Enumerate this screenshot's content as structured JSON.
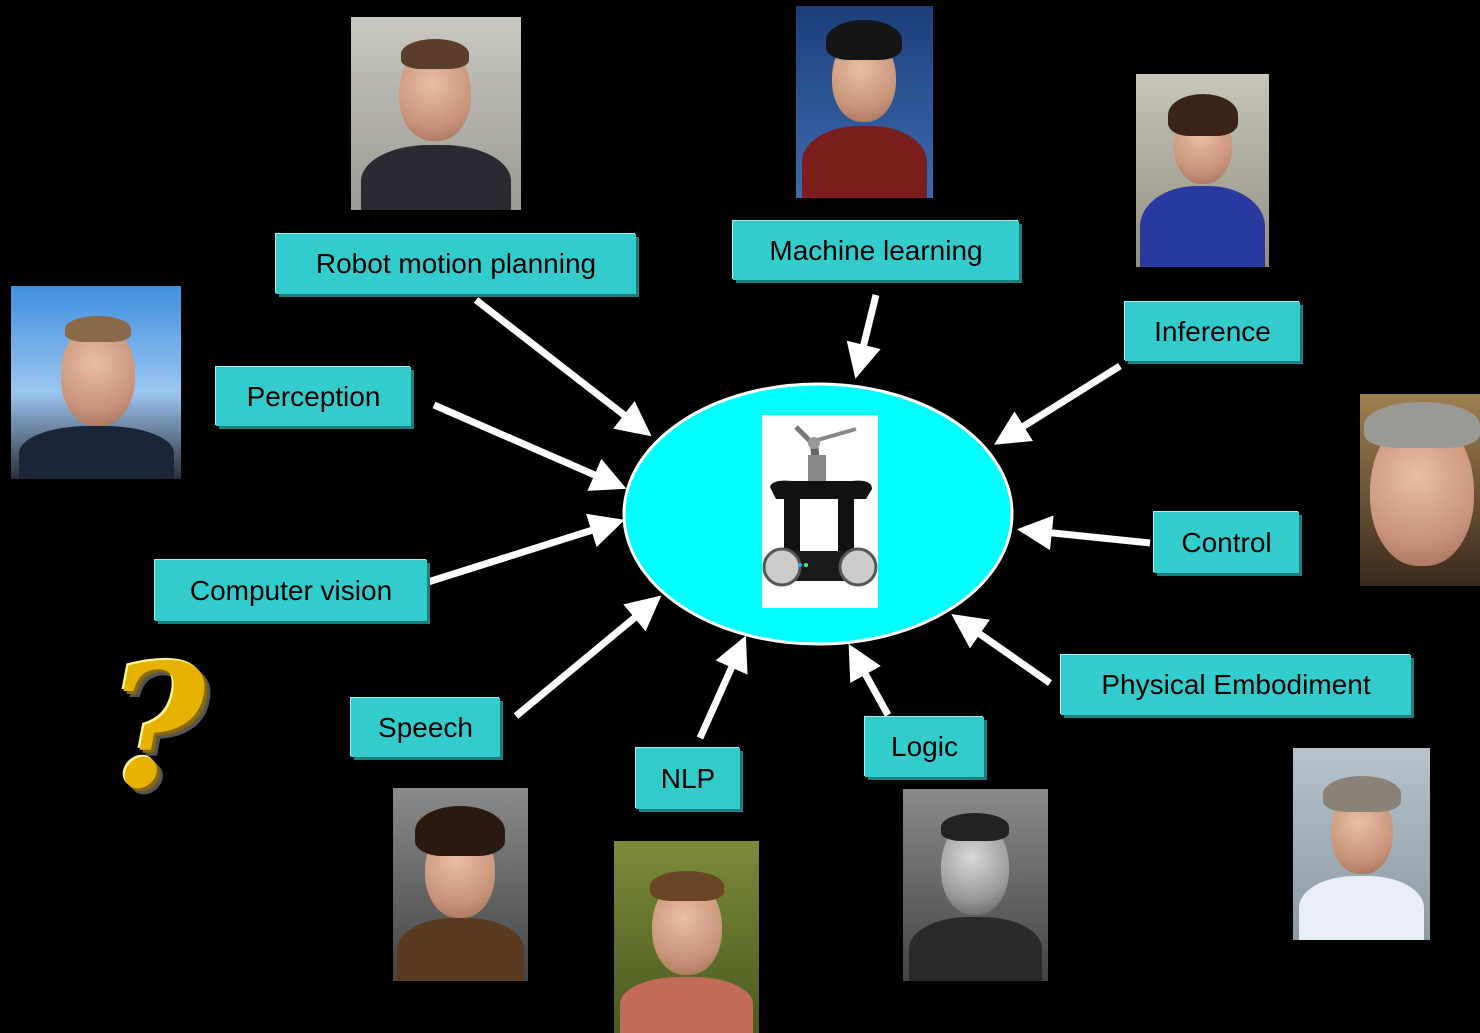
{
  "hub": {
    "fill_color": "#00ffff",
    "image": "segway-robot-with-arm"
  },
  "labels": {
    "robot_motion_planning": "Robot motion planning",
    "machine_learning": "Machine learning",
    "inference": "Inference",
    "perception": "Perception",
    "control": "Control",
    "computer_vision": "Computer vision",
    "physical_embodiment": "Physical Embodiment",
    "speech": "Speech",
    "nlp": "NLP",
    "logic": "Logic"
  },
  "colors": {
    "background": "#000000",
    "label_fill": "#33cccc",
    "arrow": "#ffffff",
    "question_mark": "#e6b400"
  },
  "icons": {
    "question": "question-mark-icon"
  }
}
